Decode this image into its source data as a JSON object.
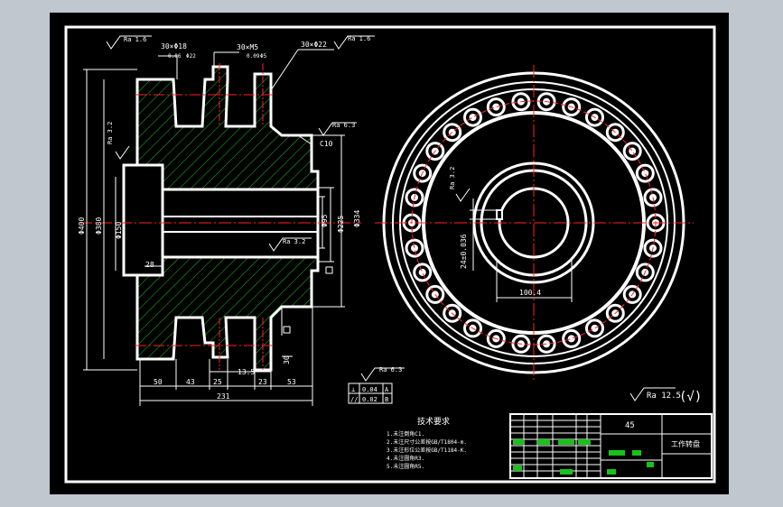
{
  "colors": {
    "frame_bg": "#c0c7cf",
    "sheet": "#000000",
    "line": "#ffffff",
    "centerline": "#ff2020",
    "hatch": "#18c21a",
    "table_cell": "#18c21a"
  },
  "annotations": {
    "ra16_top_left": "Ra 1.6",
    "ra16_top_right": "Ra 1.6",
    "ra63_face": "Ra 6.3",
    "ra32_left": "Ra 3.2",
    "ra32_bore": "Ra 3.2",
    "ra32_keyway": "Ra 3.2",
    "ra63_bottom": "Ra 6.3",
    "ra125_general": "Ra 12.5",
    "check_mark": "(√)"
  },
  "dimensions": {
    "slot1": "30×Φ18",
    "slot1_tol": "0.06",
    "slot1_ref": "Φ22",
    "slot2": "30×M5",
    "slot2_tol": "0.09",
    "slot2_ref": "Φ5",
    "slot3": "30×Φ22",
    "chamfer": "C10",
    "d400": "Φ400",
    "d380": "Φ380",
    "d150": "Φ150",
    "d95": "Φ95",
    "d225": "Φ225",
    "d334": "Φ334",
    "h28": "28",
    "b50": "50",
    "b43": "43",
    "b25": "25",
    "b135": "13.5",
    "b23": "23",
    "b53": "53",
    "b30": "30",
    "total231": "231",
    "bore_width": "100.4",
    "key_width": "24±0.036"
  },
  "tolerance_frame": {
    "row1_symbol": "⊥",
    "row1_value": "0.04",
    "row1_datum": "A",
    "row2_symbol": "//",
    "row2_value": "0.02",
    "row2_datum": "B"
  },
  "notes": {
    "title": "技术要求",
    "lines": [
      "1.未注倒角C1.",
      "2.未注尺寸公差按GB/T1804-m.",
      "3.未注形位公差按GB/T1184-K.",
      "4.未注圆角R3.",
      "5.未注圆角R5."
    ]
  },
  "title_block": {
    "material": "45",
    "part_name": "工作转盘"
  }
}
